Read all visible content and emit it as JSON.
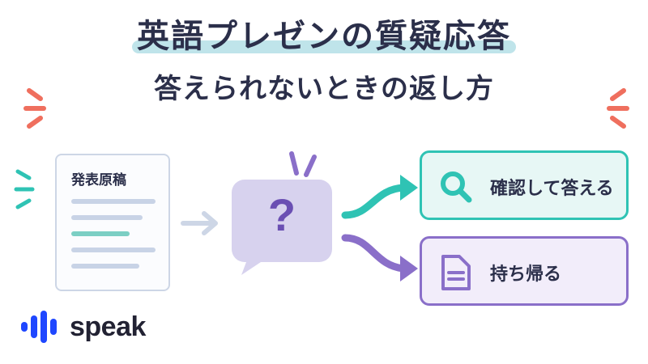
{
  "title": {
    "line1": "英語プレゼンの質疑応答",
    "line2": "答えられないときの返し方"
  },
  "left_card": {
    "title": "発表原稿"
  },
  "center": {
    "glyph": "?"
  },
  "options": [
    {
      "label": "確認して答える",
      "icon": "magnifier-icon",
      "color": "#2fc3b4"
    },
    {
      "label": "持ち帰る",
      "icon": "document-icon",
      "color": "#8a6fc9"
    }
  ],
  "brand": {
    "name": "speak"
  },
  "colors": {
    "accent_teal": "#2fc3b4",
    "accent_purple": "#8a6fc9",
    "accent_coral": "#ef6f5e",
    "brand_blue": "#1f47ff",
    "text_dark": "#2b2f4a"
  }
}
